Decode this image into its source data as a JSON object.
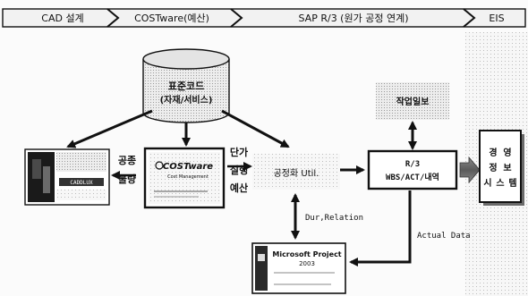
{
  "banner": {
    "steps": [
      {
        "label": "CAD 설계"
      },
      {
        "label": "COSTware(예산)"
      },
      {
        "label": "SAP R/3 (원가 공정 연계)"
      },
      {
        "label": "EIS"
      }
    ]
  },
  "nodes": {
    "standard_code": {
      "line1": "표준코드",
      "line2": "(자재/서비스)"
    },
    "cad_panel": {
      "caption": "CADDLUX"
    },
    "costware_panel": {
      "logo": "COSTware",
      "sub": "Cost Management"
    },
    "schedule_node": {
      "label": "공정화 Util."
    },
    "r3_node": {
      "line1": "R/3",
      "line2": "WBS/ACT/내역"
    },
    "work_report": {
      "label": "작업일보"
    },
    "eis_node": {
      "chars": [
        "경",
        "영",
        "정",
        "보",
        "시",
        "스",
        "템"
      ]
    },
    "ms_project": {
      "title": "Microsoft Project",
      "year": "2003"
    }
  },
  "labels": {
    "qty": {
      "line1": "공종",
      "line2": "물량"
    },
    "cost": {
      "line1": "단가",
      "line2": "실행",
      "line3": "예산"
    },
    "dur_relation": "Dur,Relation",
    "actual_data": "Actual Data"
  },
  "colors": {
    "line": "#111111",
    "box_fill": "#ffffff",
    "shade": "#c8c8c8",
    "banner_fill": "#f2f2f2"
  }
}
